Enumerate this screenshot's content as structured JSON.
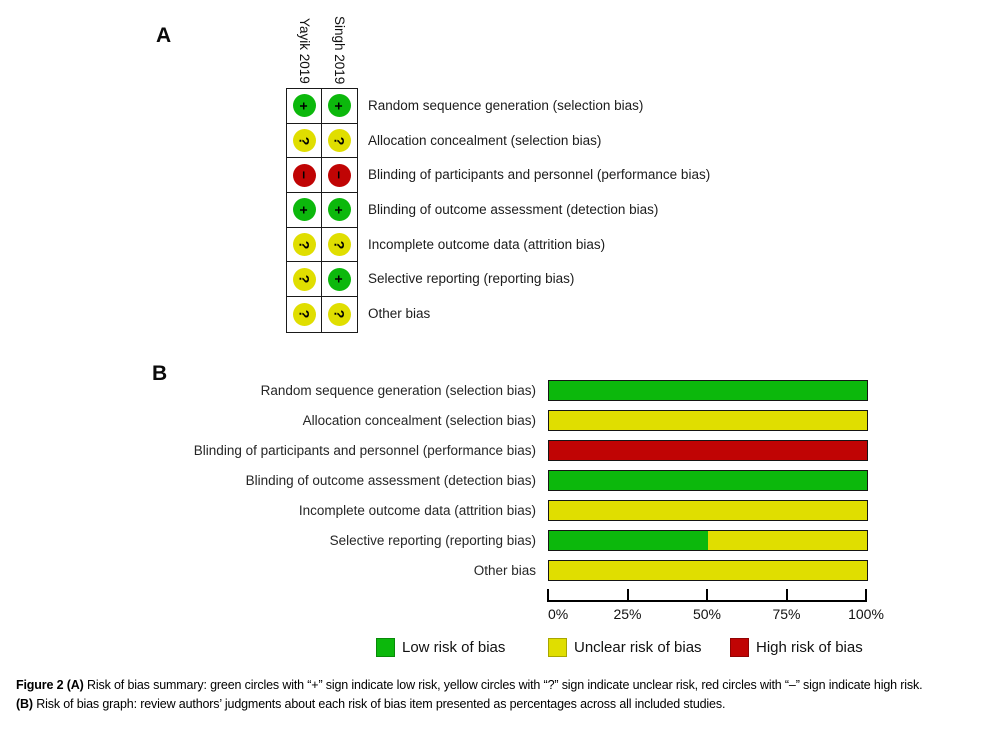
{
  "panels": {
    "a": "A",
    "b": "B"
  },
  "colors": {
    "low": "#0CB80C",
    "unclear": "#E0DE00",
    "high": "#C00404"
  },
  "symbols": {
    "low": "+",
    "unclear": "?",
    "high": "−"
  },
  "chart_data": [
    {
      "type": "table",
      "panel": "A",
      "columns": [
        "Yayik 2019",
        "Singh 2019"
      ],
      "row_labels": [
        "Random sequence generation (selection bias)",
        "Allocation concealment (selection bias)",
        "Blinding of participants and personnel (performance bias)",
        "Blinding of outcome assessment (detection bias)",
        "Incomplete outcome data (attrition bias)",
        "Selective reporting (reporting bias)",
        "Other bias"
      ],
      "cells": [
        [
          "low",
          "low"
        ],
        [
          "unclear",
          "unclear"
        ],
        [
          "high",
          "high"
        ],
        [
          "low",
          "low"
        ],
        [
          "unclear",
          "unclear"
        ],
        [
          "unclear",
          "low"
        ],
        [
          "unclear",
          "unclear"
        ]
      ]
    },
    {
      "type": "bar",
      "panel": "B",
      "orientation": "horizontal",
      "stacked": true,
      "categories": [
        "Random sequence generation (selection bias)",
        "Allocation concealment (selection bias)",
        "Blinding of participants and personnel (performance bias)",
        "Blinding of outcome assessment (detection bias)",
        "Incomplete outcome data (attrition bias)",
        "Selective reporting (reporting bias)",
        "Other bias"
      ],
      "series": [
        {
          "key": "low",
          "name": "Low risk of bias",
          "values": [
            100,
            0,
            0,
            100,
            0,
            50,
            0
          ]
        },
        {
          "key": "unclear",
          "name": "Unclear risk of bias",
          "values": [
            0,
            100,
            0,
            0,
            100,
            50,
            100
          ]
        },
        {
          "key": "high",
          "name": "High risk of bias",
          "values": [
            0,
            0,
            100,
            0,
            0,
            0,
            0
          ]
        }
      ],
      "xlim": [
        0,
        100
      ],
      "xticks": [
        "0%",
        "25%",
        "50%",
        "75%",
        "100%"
      ],
      "legend_position": "bottom",
      "grid": false
    }
  ],
  "caption": {
    "lines": [
      {
        "segments": [
          {
            "text": "Figure 2 (A)",
            "bold": true
          },
          {
            "text": " Risk of bias summary: green circles with “+” sign indicate low risk, yellow circles with “?” sign indicate unclear risk, red circles with “–” sign indicate high risk.",
            "bold": false
          }
        ]
      },
      {
        "segments": [
          {
            "text": "(B)",
            "bold": true
          },
          {
            "text": " Risk of bias graph: review authors’ judgments about each risk of bias item presented as percentages across all included studies.",
            "bold": false
          }
        ]
      }
    ]
  }
}
